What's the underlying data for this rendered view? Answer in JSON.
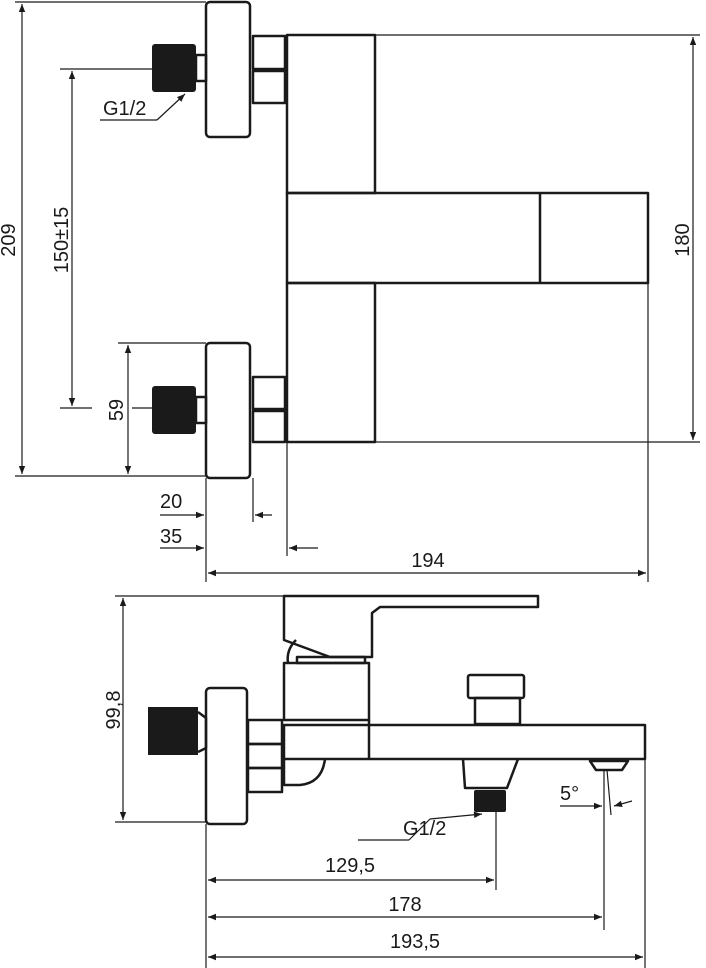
{
  "drawing": {
    "colors": {
      "line": "#1a1a1a",
      "background": "#ffffff"
    },
    "top_view": {
      "dim_overall_height": "209",
      "dim_inlet_spacing": "150±15",
      "dim_escutcheon": "59",
      "dim_body_height": "180",
      "dim_20": "20",
      "dim_35": "35",
      "dim_depth": "194",
      "thread_label": "G1/2"
    },
    "side_view": {
      "dim_height": "99,8",
      "dim_outlet": "129,5",
      "dim_spout_outlet": "178",
      "dim_spout_length": "193,5",
      "angle": "5°",
      "thread_label": "G1/2"
    }
  }
}
